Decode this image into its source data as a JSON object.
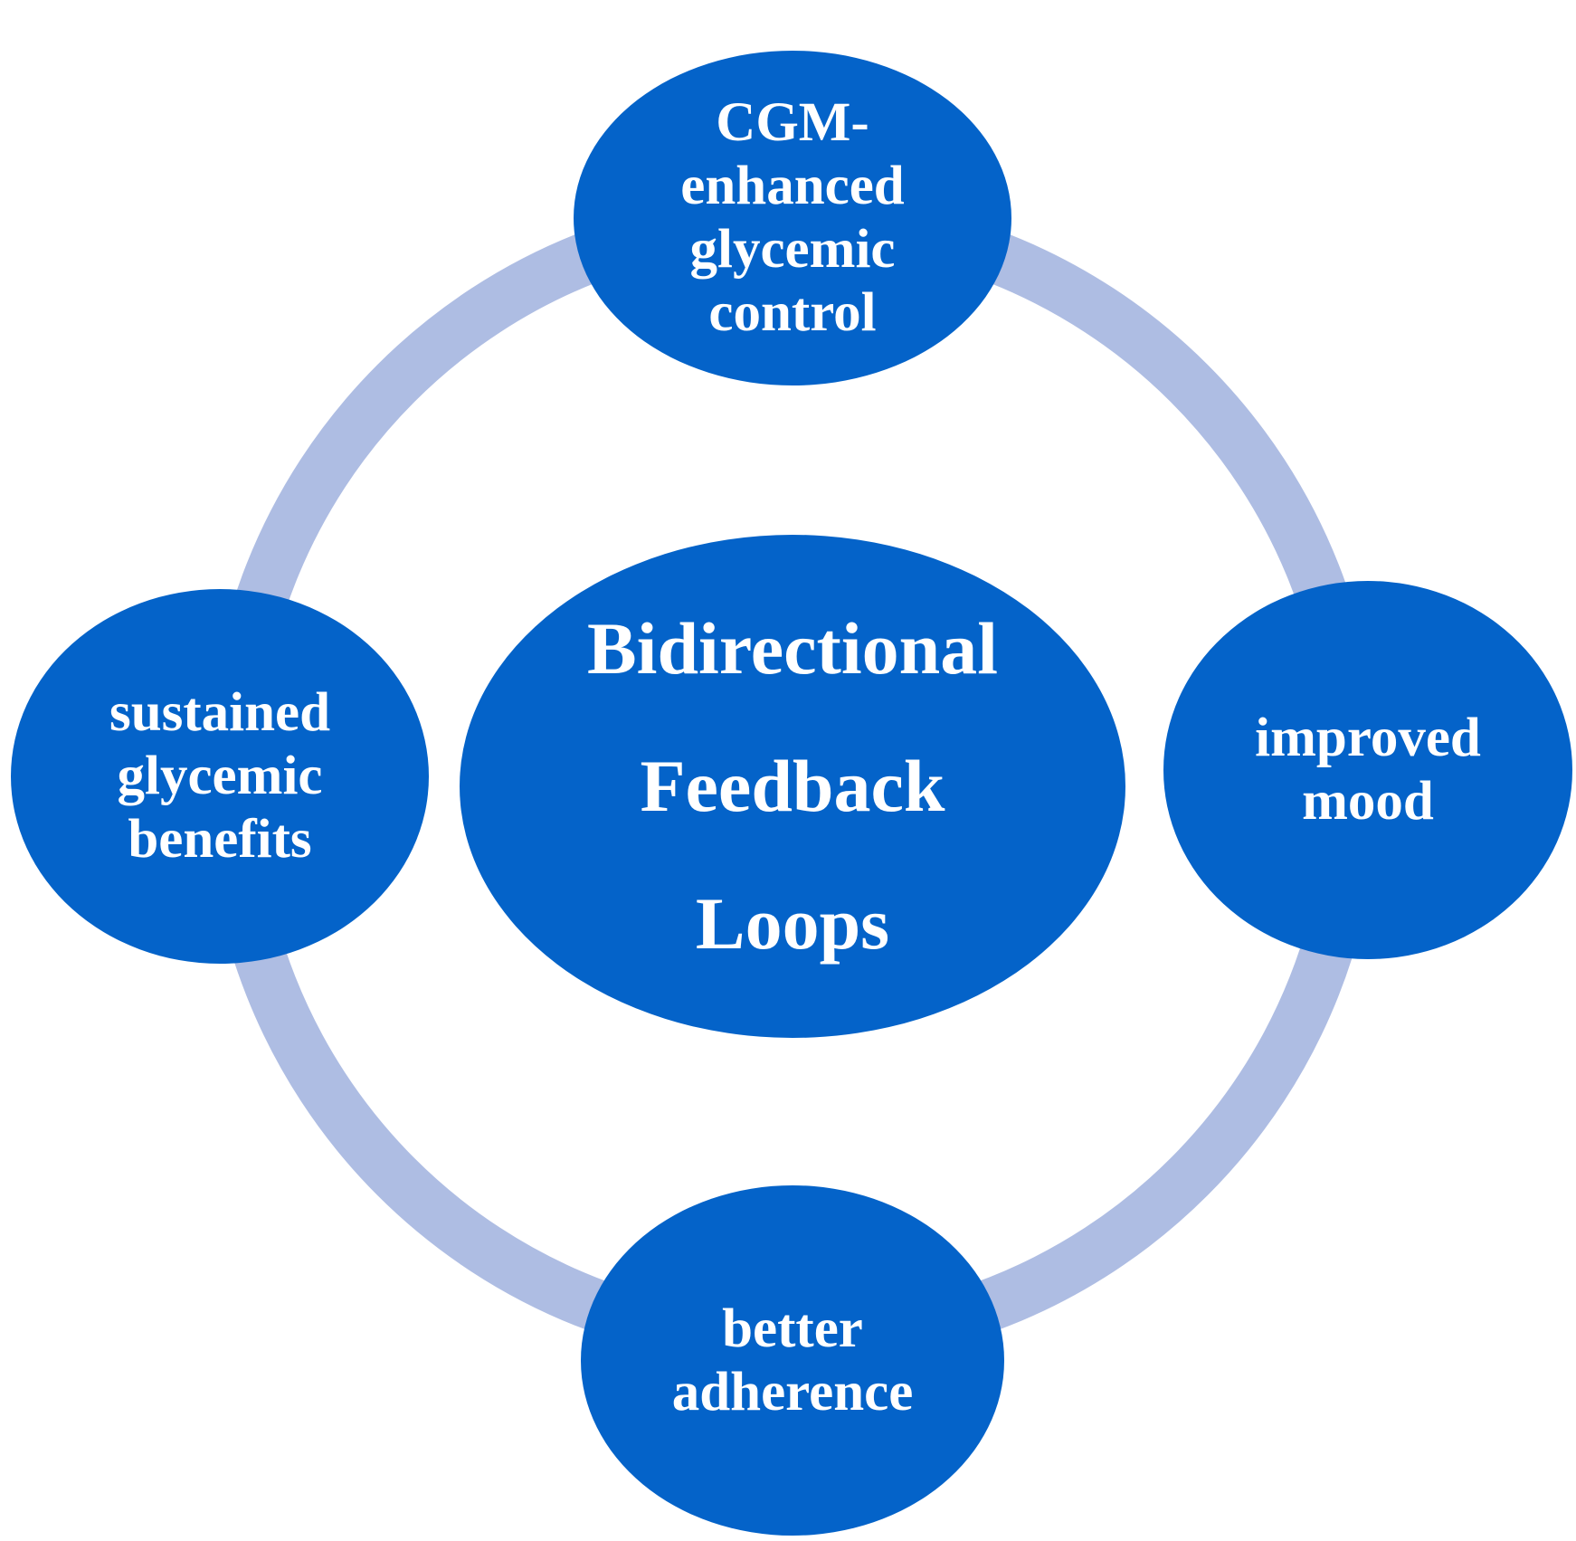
{
  "colors": {
    "node_fill": "#0463c9",
    "ring_stroke": "#aebde3",
    "text": "#ffffff",
    "background": "#ffffff"
  },
  "diagram": {
    "center": {
      "label": "Bidirectional\nFeedback\nLoops"
    },
    "nodes": [
      {
        "id": "top",
        "label": "CGM-\nenhanced\nglycemic\ncontrol"
      },
      {
        "id": "right",
        "label": "improved\nmood"
      },
      {
        "id": "bottom",
        "label": "better\nadherence"
      },
      {
        "id": "left",
        "label": "sustained\nglycemic\nbenefits"
      }
    ]
  }
}
